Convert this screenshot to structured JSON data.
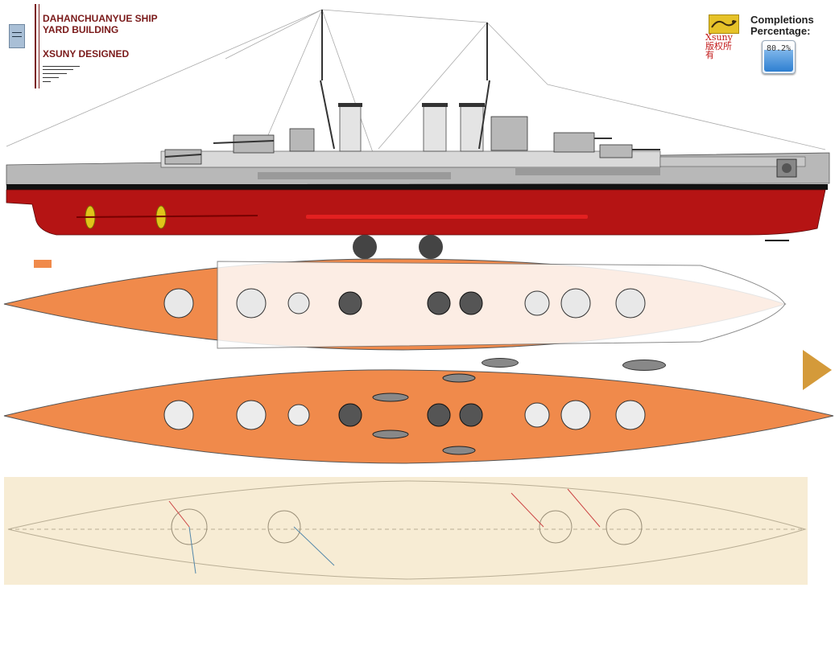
{
  "header": {
    "line1": "DAHANCHUANYUE SHIP",
    "line2": "YARD BUILDING",
    "designer": "XSUNY DESIGNED"
  },
  "owner": {
    "name": "Xsuny",
    "rights_line1": "版权所",
    "rights_line2": "有"
  },
  "completion": {
    "label_line1": "Completions",
    "label_line2": "Percentage:",
    "value_text": "80.2%",
    "value_fraction": 0.802
  },
  "colors": {
    "hull_red": "#b51414",
    "hull_grey": "#b8b8b8",
    "deck_orange": "#f08a4b",
    "title_red": "#7a1a1a",
    "paper": "#f7ecd4"
  }
}
